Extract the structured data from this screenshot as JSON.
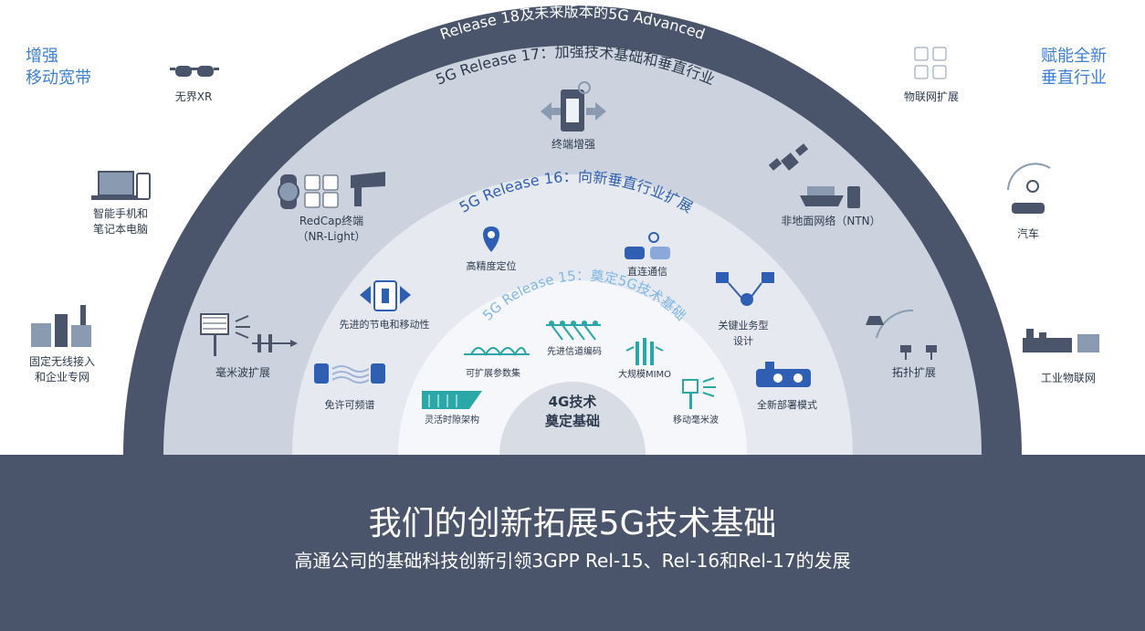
{
  "outer_ring_label": "Release 18及未来版本的5G Advanced",
  "ring17_label": "5G Release 17：加强技术基础和垂直行业",
  "ring16_label": "5G Release 16：向新垂直行业扩展",
  "ring15_label": "5G Release 15：奠定5G技术基础",
  "core_line1": "4G技术",
  "core_line2": "奠定基础",
  "left_heading": [
    "增强",
    "移动宽带"
  ],
  "right_heading": [
    "赋能全新",
    "垂直行业"
  ],
  "left_items": {
    "xr": "无界XR",
    "phone_laptop": [
      "智能手机和",
      "笔记本电脑"
    ],
    "fwa": [
      "固定无线接入",
      "和企业专网"
    ]
  },
  "right_items": {
    "iot": "物联网扩展",
    "auto": "汽车",
    "iiot": "工业物联网"
  },
  "r17_items": {
    "device": "终端增强",
    "redcap": [
      "RedCap终端",
      "（NR-Light）"
    ],
    "ntn": "非地面网络（NTN）",
    "mmwave_ext": "毫米波扩展",
    "topology": "拓扑扩展"
  },
  "r16_items": {
    "positioning": "高精度定位",
    "direct": "直连通信",
    "power": "先进的节电和移动性",
    "mission": [
      "关键业务型",
      "设计"
    ],
    "unlicensed": "免许可频谱",
    "deploy": "全新部署模式"
  },
  "r15_items": {
    "numerology": "可扩展参数集",
    "coding": "先进信道编码",
    "mimo": "大规模MIMO",
    "slot": "灵活时隙架构",
    "mobile_mmwave": "移动毫米波"
  },
  "footer": {
    "title": "我们的创新拓展5G技术基础",
    "subtitle": "高通公司的基础科技创新引领3GPP Rel-15、Rel-16和Rel-17的发展"
  },
  "colors": {
    "outer_ring": "#4a556b",
    "ring17": "#ccd3de",
    "ring16": "#e6eaf0",
    "ring15": "#f5f7fa",
    "core": "#d8dde5",
    "accent_blue": "#2f5fb3",
    "text_dark": "#2d3a4d"
  }
}
